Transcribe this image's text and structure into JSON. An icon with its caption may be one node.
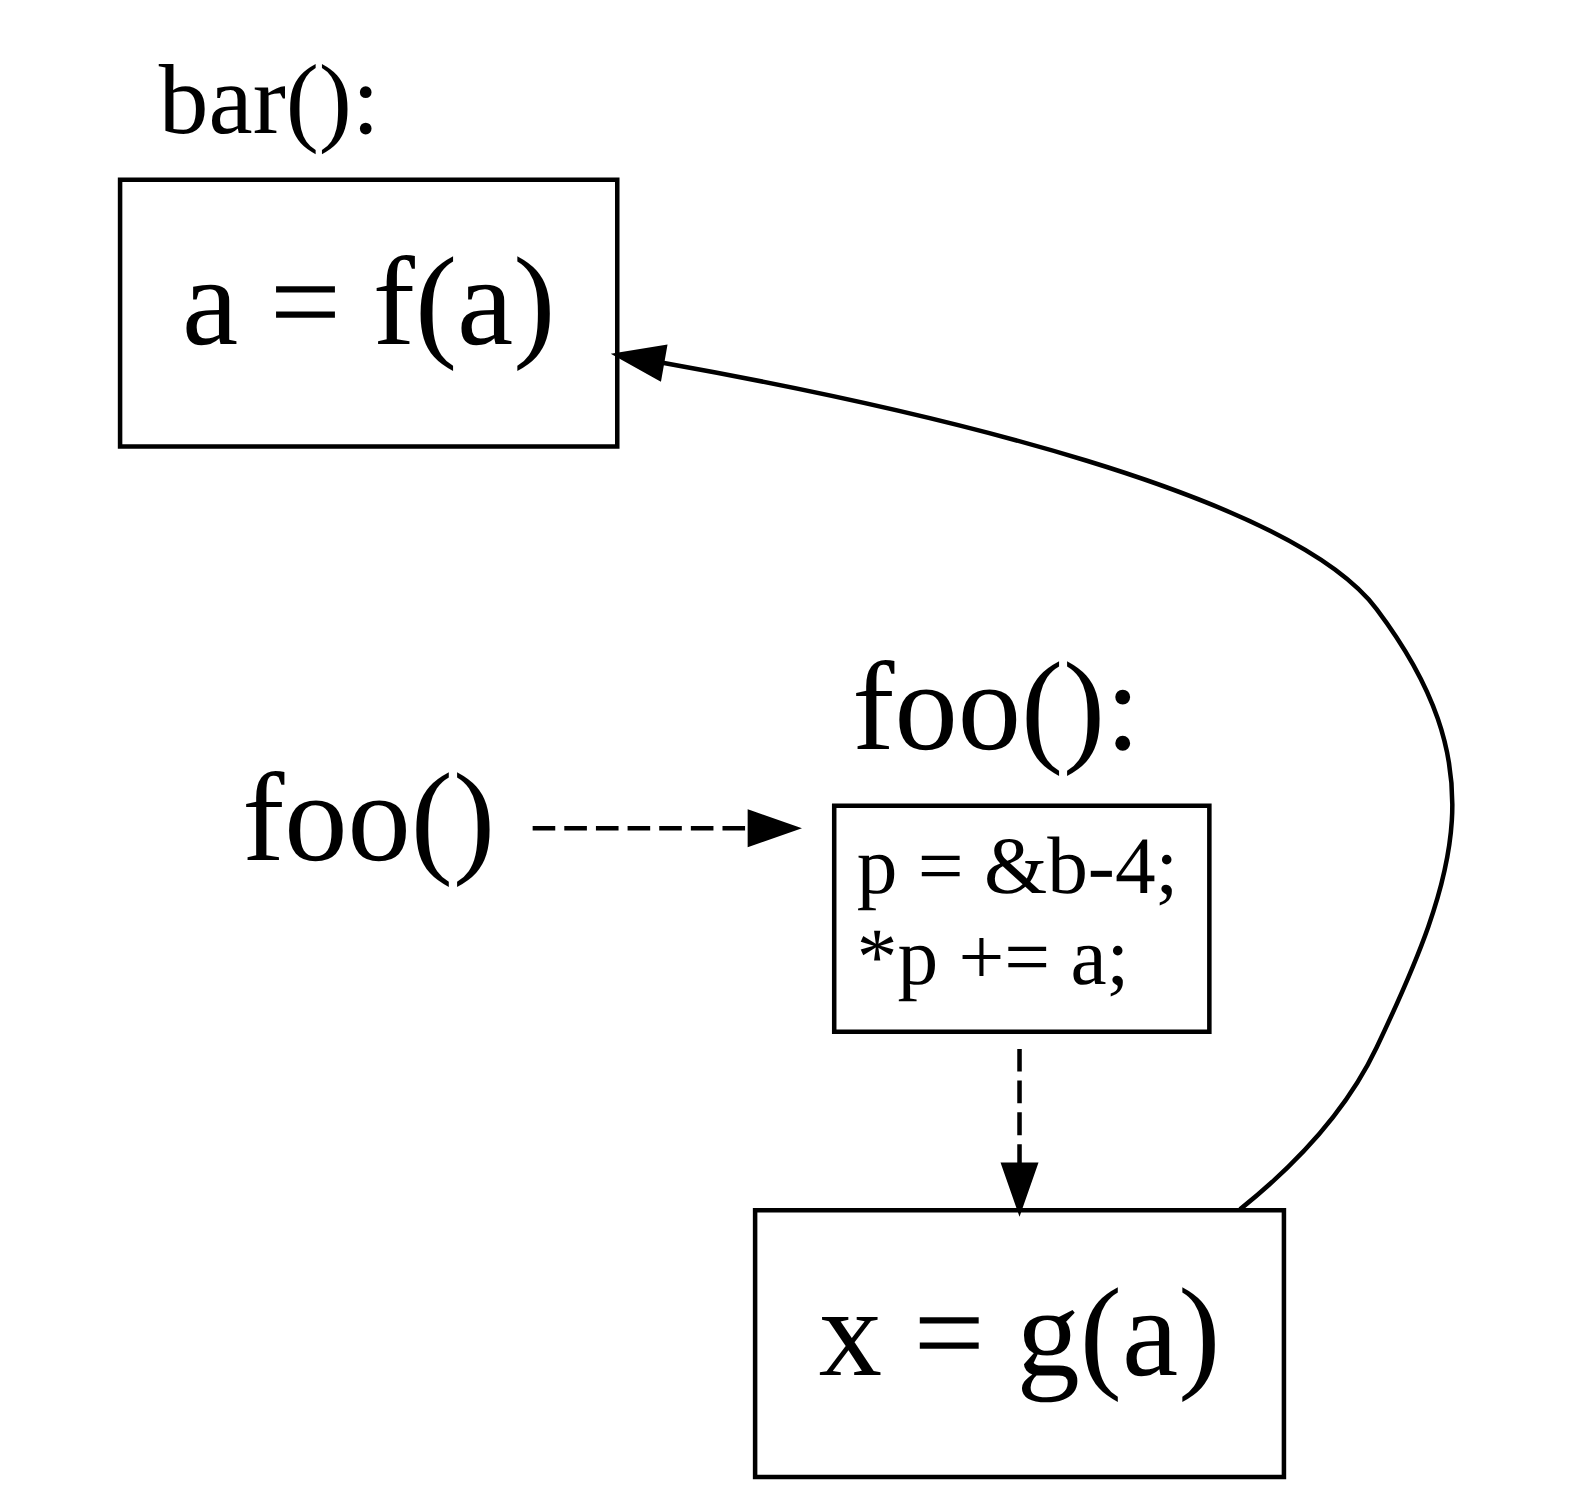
{
  "diagram": {
    "title": "bar():",
    "nodes": [
      {
        "text": [
          "a = f(a)"
        ]
      },
      {
        "text": [
          "foo()"
        ]
      },
      {
        "text": [
          "foo():",
          "p = &b-4;",
          "*p += a;"
        ]
      },
      {
        "text": [
          "x = g(a)"
        ]
      }
    ],
    "edges": [
      {
        "from": 3,
        "to": 0,
        "arrow": "to"
      },
      {
        "from": 1,
        "to": 2,
        "arrow": "to",
        "style": "dashed"
      },
      {
        "from": 2,
        "to": 3,
        "arrow": "to",
        "style": "dashed"
      }
    ]
  }
}
